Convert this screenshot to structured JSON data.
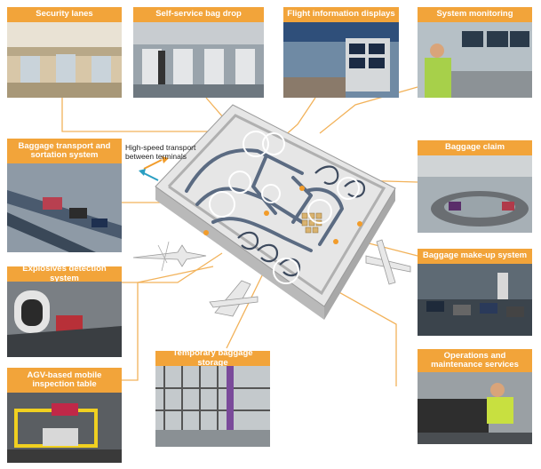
{
  "panels": {
    "security_lanes": "Security lanes",
    "self_service_bag_drop": "Self-service bag drop",
    "flight_information_displays": "Flight information displays",
    "system_monitoring": "System monitoring",
    "baggage_transport": "Baggage transport and sortation system",
    "baggage_claim": "Baggage claim",
    "explosives_detection": "Explosives detection system",
    "baggage_makeup": "Baggage make-up system",
    "agv_inspection": "AGV-based mobile inspection table",
    "temporary_storage": "Temporary baggage storage",
    "operations_maintenance": "Operations and maintenance services"
  },
  "transport_label": {
    "line1": "High-speed transport",
    "line2": "between terminals"
  },
  "colors": {
    "label_bg": "#f2a43a",
    "connector": "#f2b25a",
    "floor": "#e6e6e6",
    "wall": "#9a9a9a"
  }
}
